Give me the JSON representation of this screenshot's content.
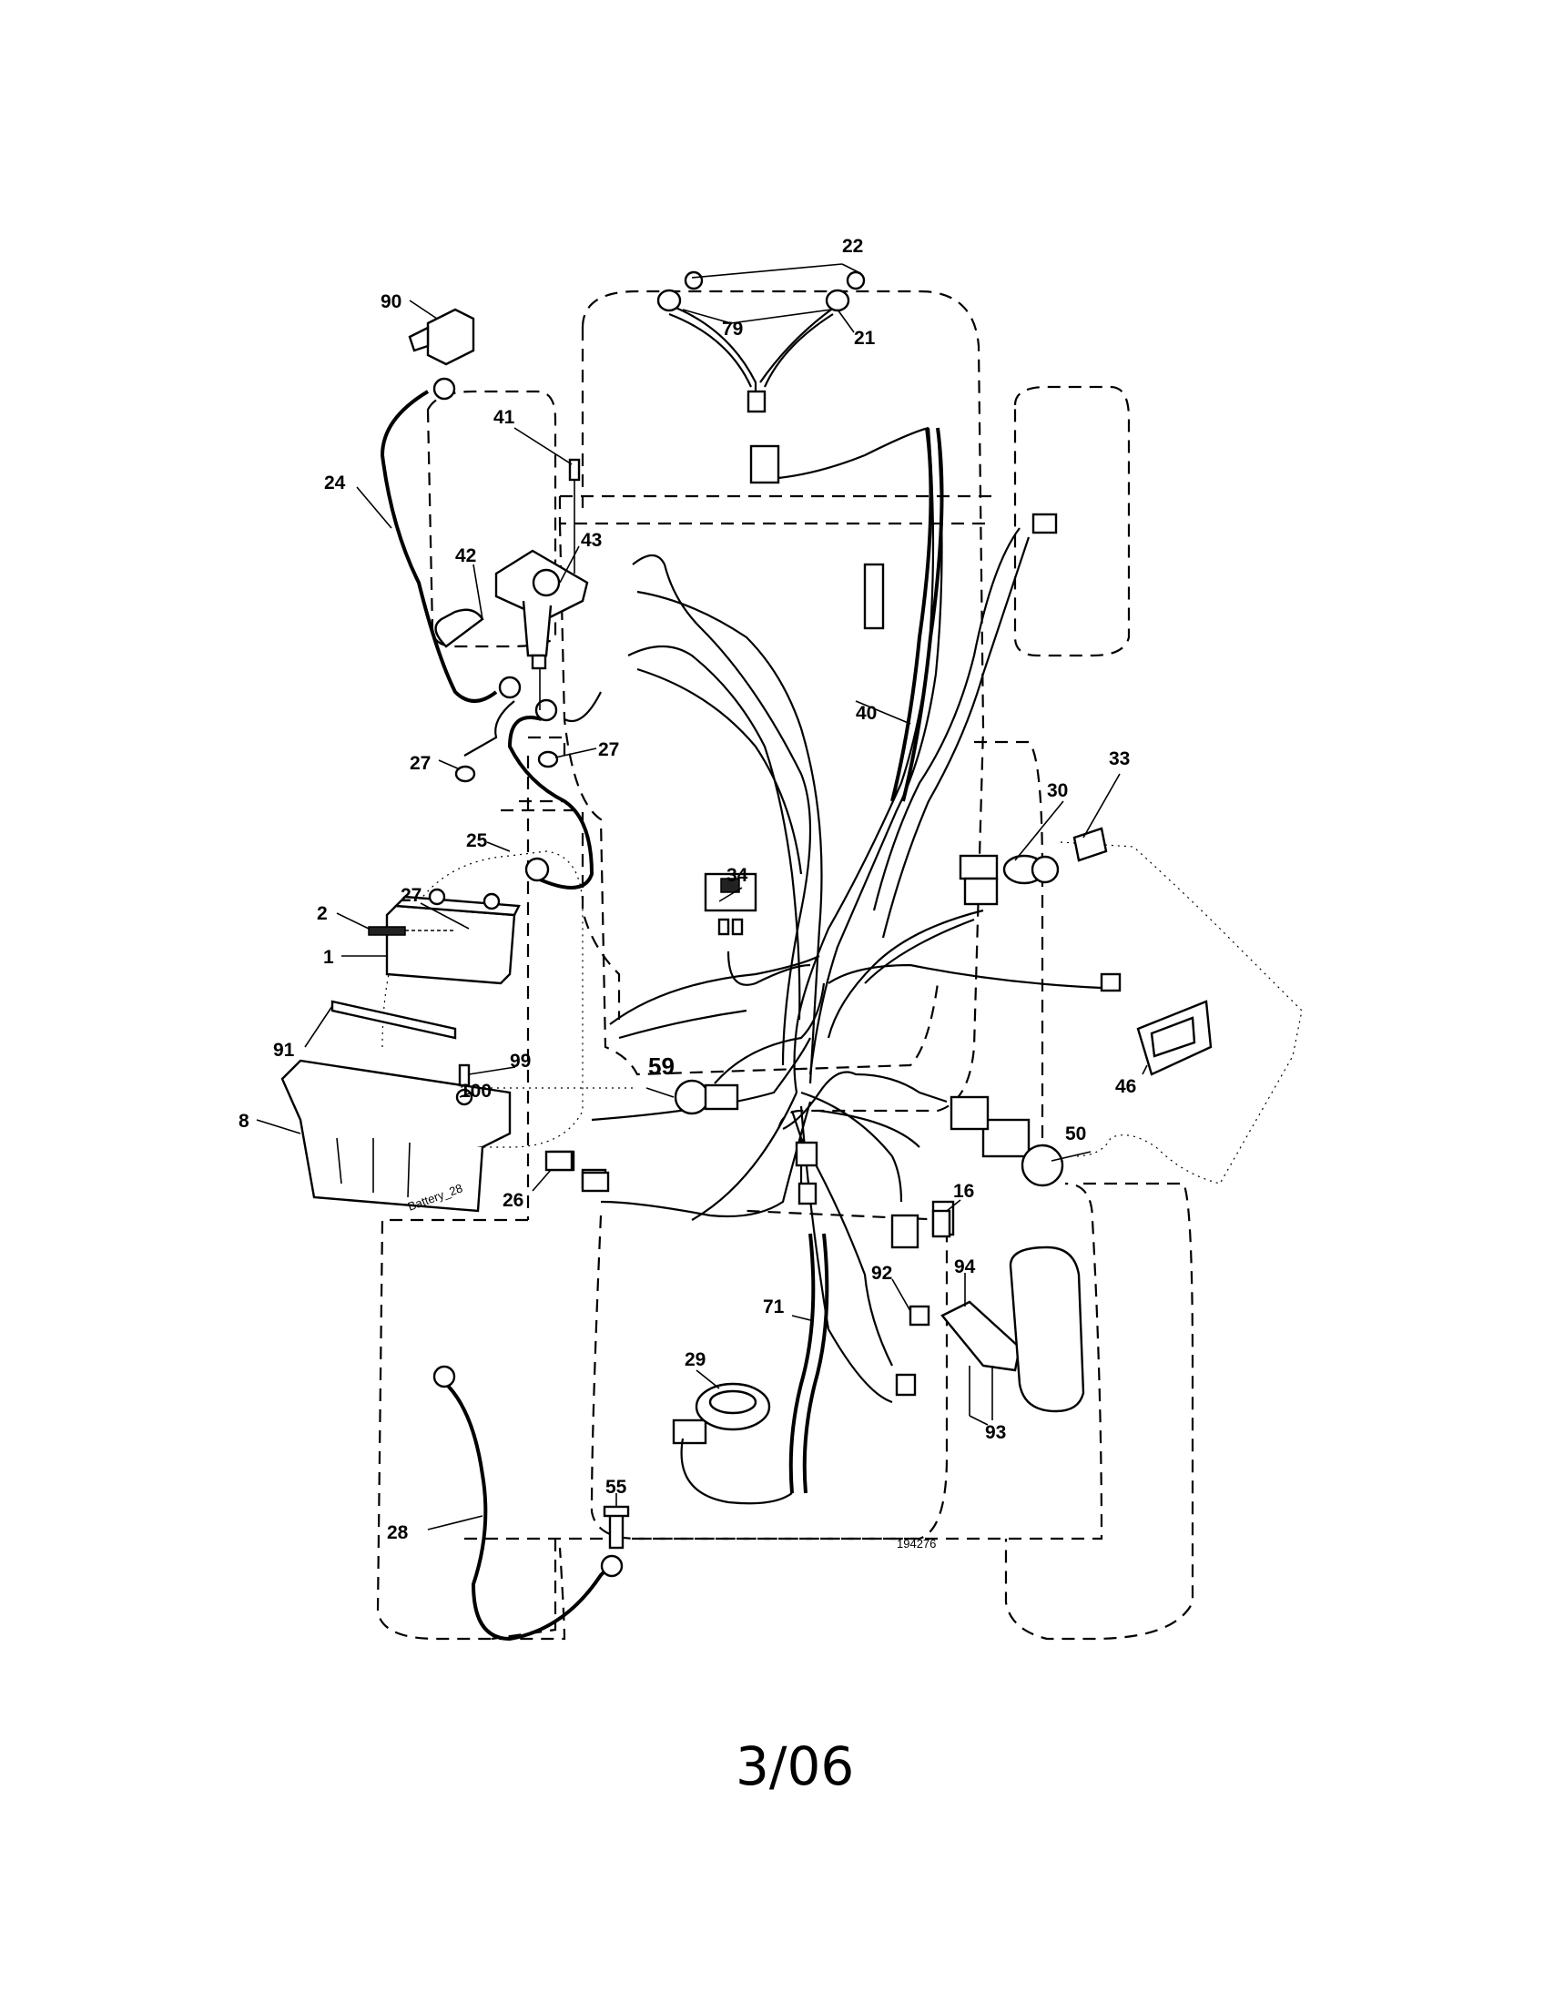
{
  "diagram_number": "194276",
  "page_date": "3/06",
  "battery_label": "Battery_28",
  "callouts": {
    "c1": "1",
    "c2": "2",
    "c8": "8",
    "c16": "16",
    "c21": "21",
    "c22": "22",
    "c24": "24",
    "c25": "25",
    "c26": "26",
    "c27a": "27",
    "c27b": "27",
    "c27c": "27",
    "c28": "28",
    "c29": "29",
    "c30": "30",
    "c33": "33",
    "c34": "34",
    "c40": "40",
    "c41": "41",
    "c42": "42",
    "c43": "43",
    "c46": "46",
    "c50": "50",
    "c55": "55",
    "c59": "59",
    "c71": "71",
    "c79": "79",
    "c90": "90",
    "c91": "91",
    "c92": "92",
    "c93": "93",
    "c94": "94",
    "c99": "99",
    "c100": "100"
  }
}
